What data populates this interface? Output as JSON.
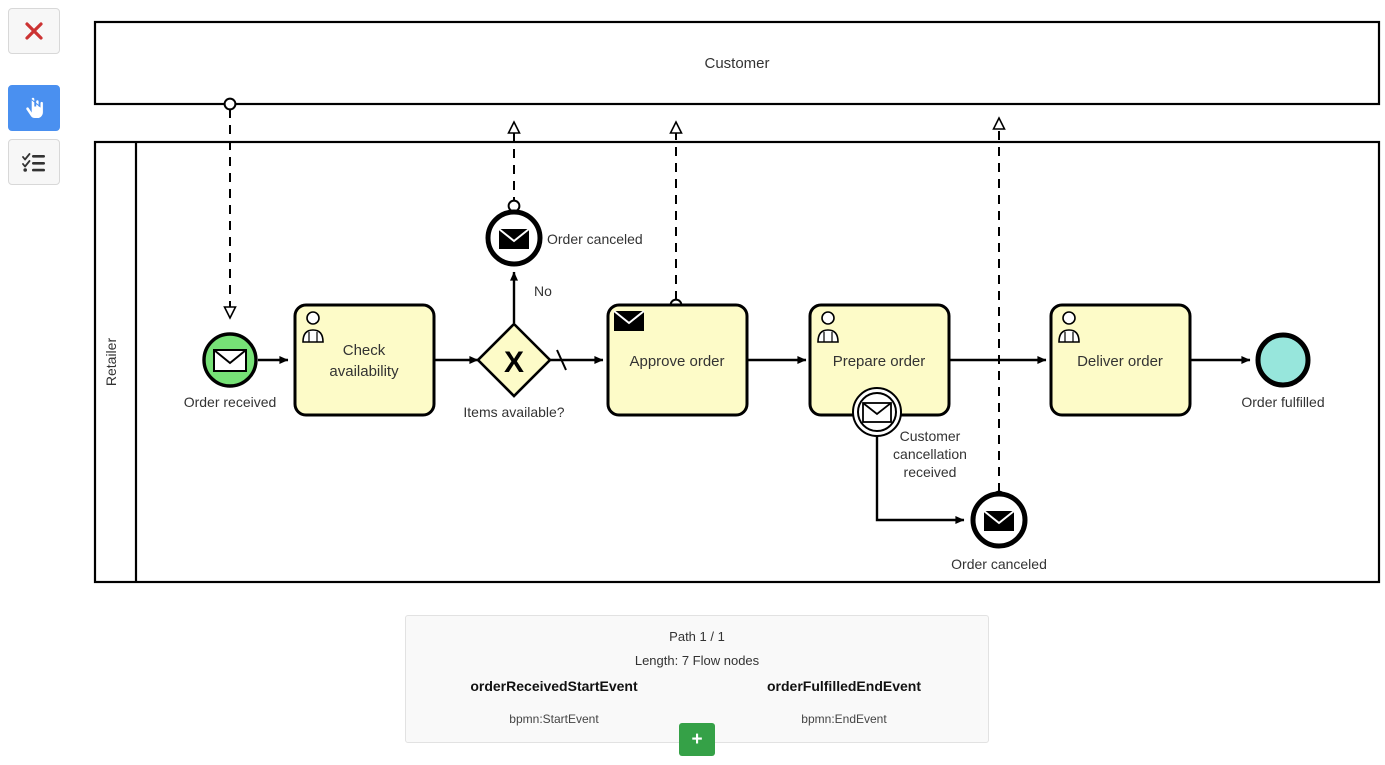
{
  "toolbar": {
    "buttons": [
      {
        "name": "close-button",
        "icon": "close-x-icon",
        "label": "Close"
      },
      {
        "name": "hand-tool-button",
        "icon": "hand-pointer-icon",
        "label": "Hand tool",
        "active": true
      },
      {
        "name": "checklist-button",
        "icon": "checklist-icon",
        "label": "Checklist"
      }
    ]
  },
  "diagram": {
    "type": "bpmn-collaboration",
    "pools": [
      {
        "id": "customer",
        "label": "Customer",
        "collapsed": true
      },
      {
        "id": "retailer",
        "label": "Retailer",
        "collapsed": false
      }
    ],
    "tasks": [
      {
        "id": "checkAvailability",
        "label": "Check availability",
        "marker": "user-task-icon"
      },
      {
        "id": "approveOrder",
        "label": "Approve order",
        "marker": "send-task-icon"
      },
      {
        "id": "prepareOrder",
        "label": "Prepare order",
        "marker": "user-task-icon"
      },
      {
        "id": "deliverOrder",
        "label": "Deliver order",
        "marker": "user-task-icon"
      }
    ],
    "events": [
      {
        "id": "orderReceivedStartEvent",
        "label": "Order received",
        "kind": "message-start-event",
        "fill": "#76e176"
      },
      {
        "id": "orderCanceledEndEvent1",
        "label": "Order canceled",
        "kind": "message-end-event"
      },
      {
        "id": "customerCancellationBoundaryEvent",
        "label": "Customer cancellation received",
        "kind": "message-boundary-event"
      },
      {
        "id": "orderCanceledEndEvent2",
        "label": "Order canceled",
        "kind": "message-end-event"
      },
      {
        "id": "orderFulfilledEndEvent",
        "label": "Order fulfilled",
        "kind": "end-event",
        "fill": "#97e6dc"
      }
    ],
    "gateways": [
      {
        "id": "itemsAvailableGateway",
        "label": "Items available?",
        "kind": "exclusive-gateway",
        "symbol": "X"
      }
    ],
    "flow_labels": [
      {
        "id": "noFlow",
        "label": "No"
      }
    ],
    "colors": {
      "task_fill": "#fdfbc8",
      "gateway_fill": "#fdfbc8",
      "start_event_fill": "#76e176",
      "highlight_end_fill": "#97e6dc",
      "stroke": "#000000",
      "label_text": "#333333"
    }
  },
  "path_panel": {
    "path_counter": "Path 1 / 1",
    "length": "Length: 7 Flow nodes",
    "start": {
      "id": "orderReceivedStartEvent",
      "type": "bpmn:StartEvent"
    },
    "end": {
      "id": "orderFulfilledEndEvent",
      "type": "bpmn:EndEvent"
    },
    "add_label": "+",
    "accent": "#35a147"
  }
}
